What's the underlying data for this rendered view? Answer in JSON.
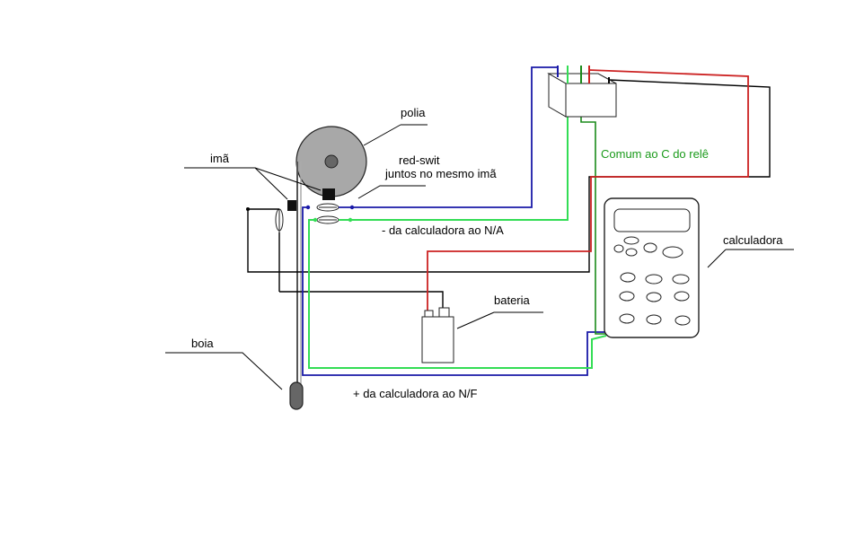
{
  "labels": {
    "polia": "polia",
    "red_swit_1": "red-swit",
    "red_swit_2": "juntos no mesmo imã",
    "ima": "imã",
    "calc_na": "- da calculadora ao N/A",
    "comum": "Comum ao C do relê",
    "calculadora": "calculadora",
    "bateria": "bateria",
    "boia": "boia",
    "calc_nf": "+  da calculadora ao N/F"
  },
  "colors": {
    "blue_wire": "#1a1aa8",
    "green_wire": "#33dd55",
    "dark_green_wire": "#1a8a1a",
    "red_wire": "#cc2222",
    "black_wire": "#000000",
    "pulley": "#a8a8a8",
    "float": "#666666",
    "comum_text": "#1a9a1a"
  }
}
